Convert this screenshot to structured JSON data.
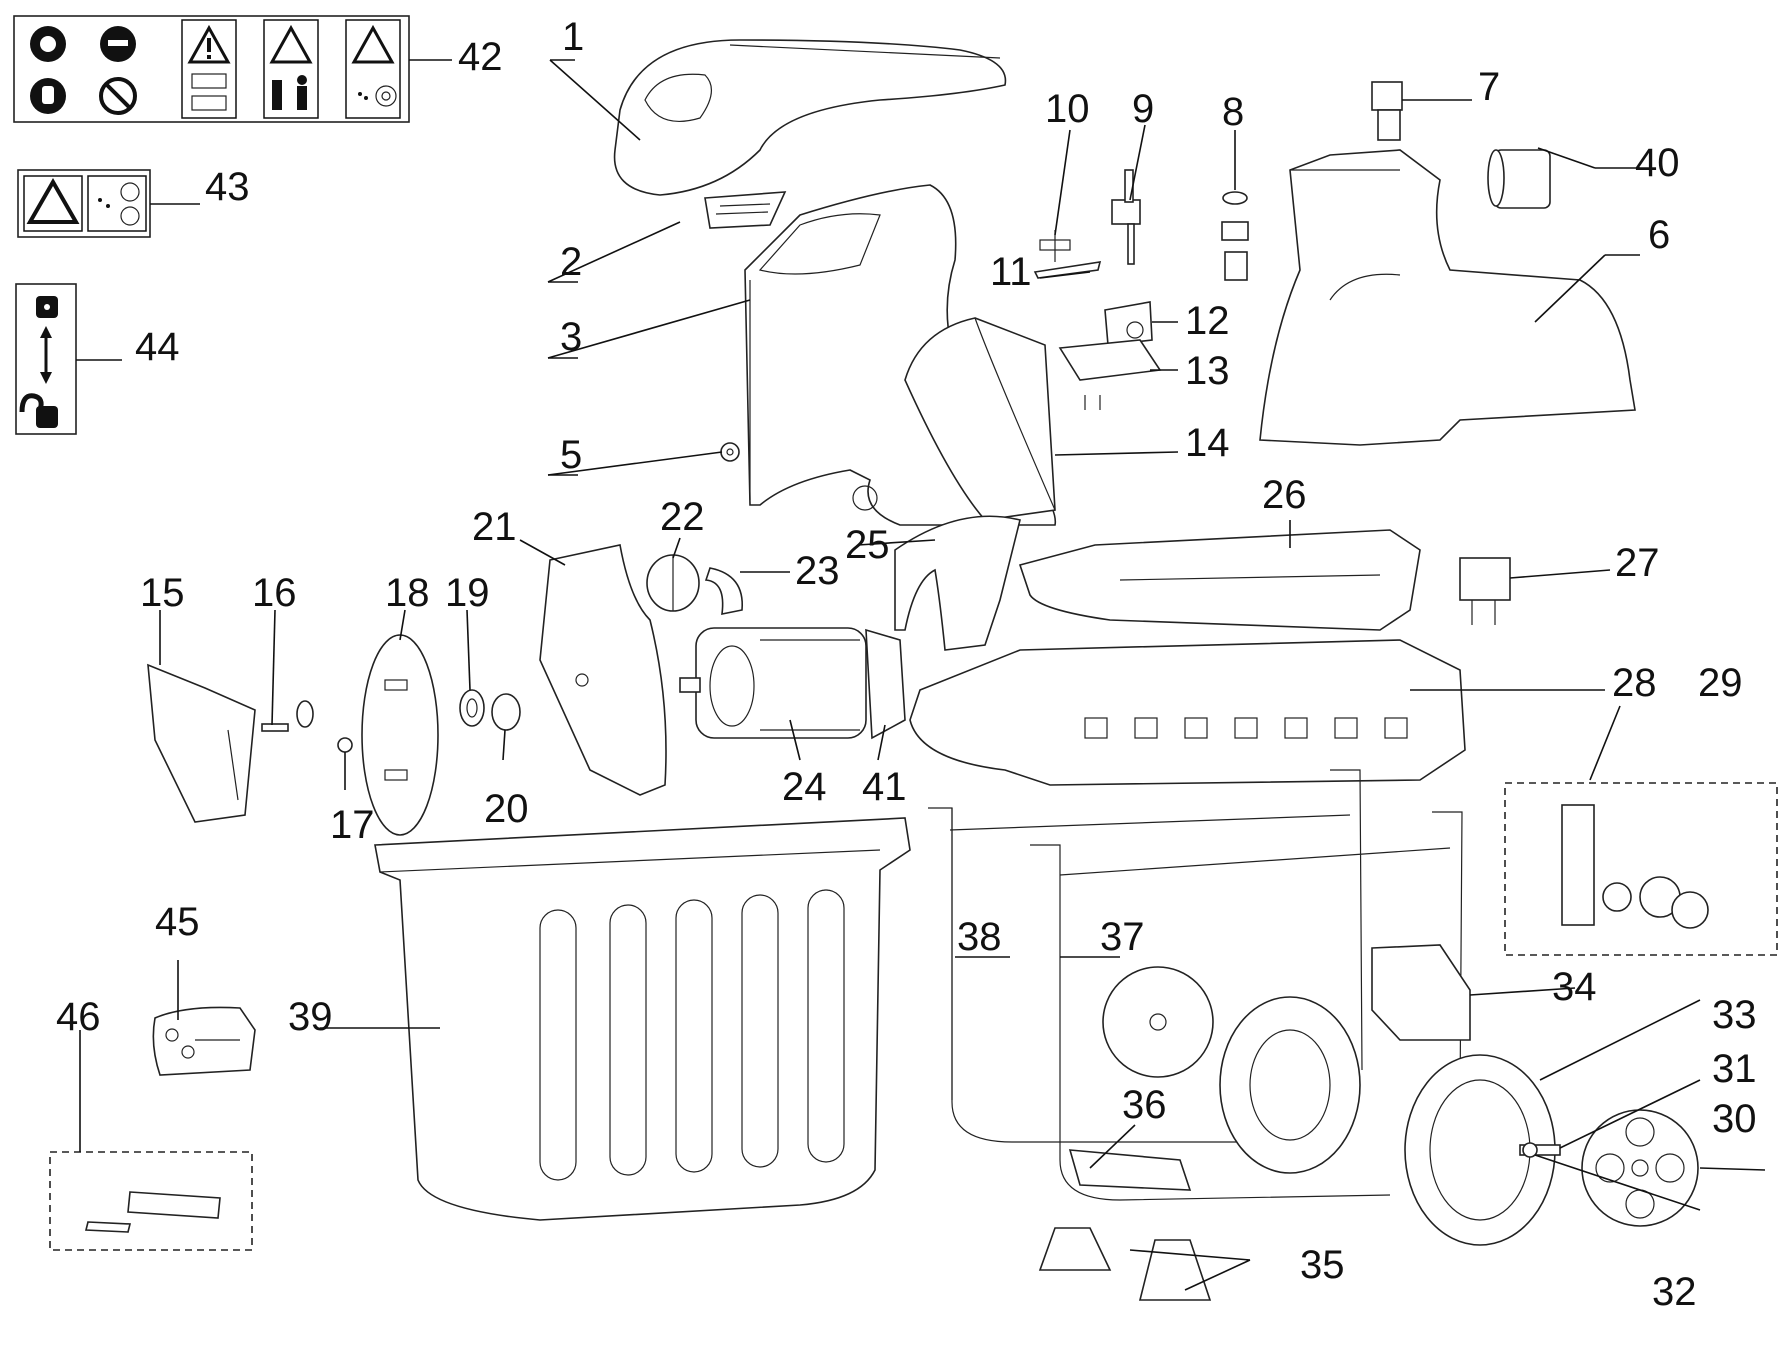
{
  "callouts": [
    "1",
    "2",
    "3",
    "5",
    "6",
    "7",
    "8",
    "9",
    "10",
    "11",
    "12",
    "13",
    "14",
    "15",
    "16",
    "17",
    "18",
    "19",
    "20",
    "21",
    "22",
    "23",
    "24",
    "25",
    "26",
    "27",
    "28",
    "29",
    "30",
    "31",
    "32",
    "33",
    "34",
    "35",
    "36",
    "37",
    "38",
    "39",
    "40",
    "41",
    "42",
    "43",
    "44",
    "45",
    "46"
  ]
}
